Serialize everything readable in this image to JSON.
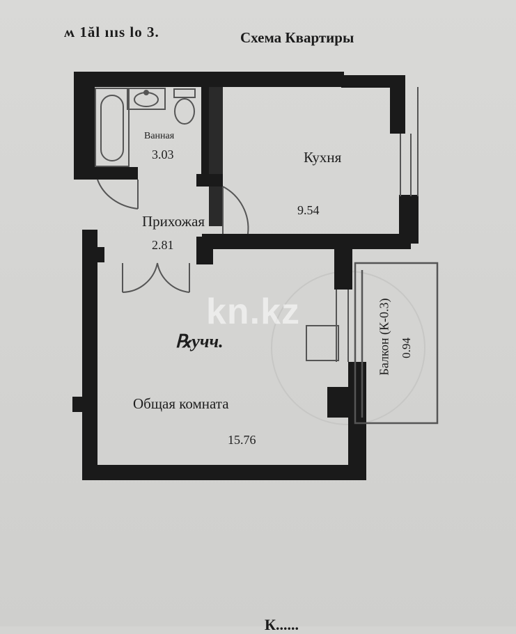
{
  "header": {
    "left_text": "ʍ 1ăl ıııs lо 3.",
    "title": "Схема Квартиры"
  },
  "rooms": {
    "bathroom": {
      "name": "Ванная",
      "area": "3.03"
    },
    "kitchen": {
      "name": "Кухня",
      "area": "9.54"
    },
    "hall": {
      "name": "Прихожая",
      "area": "2.81"
    },
    "living": {
      "name": "Общая комната",
      "area": "15.76"
    },
    "balcony": {
      "name": "Балкон (К-0.3)",
      "area": "0.94"
    }
  },
  "handwritten_note": "℞учч.",
  "watermark": "kn.kz",
  "footer": {
    "partial_text": "К......"
  },
  "colors": {
    "wall": "#1a1a1a",
    "paper": "#d6d6d4",
    "line": "#555555"
  }
}
